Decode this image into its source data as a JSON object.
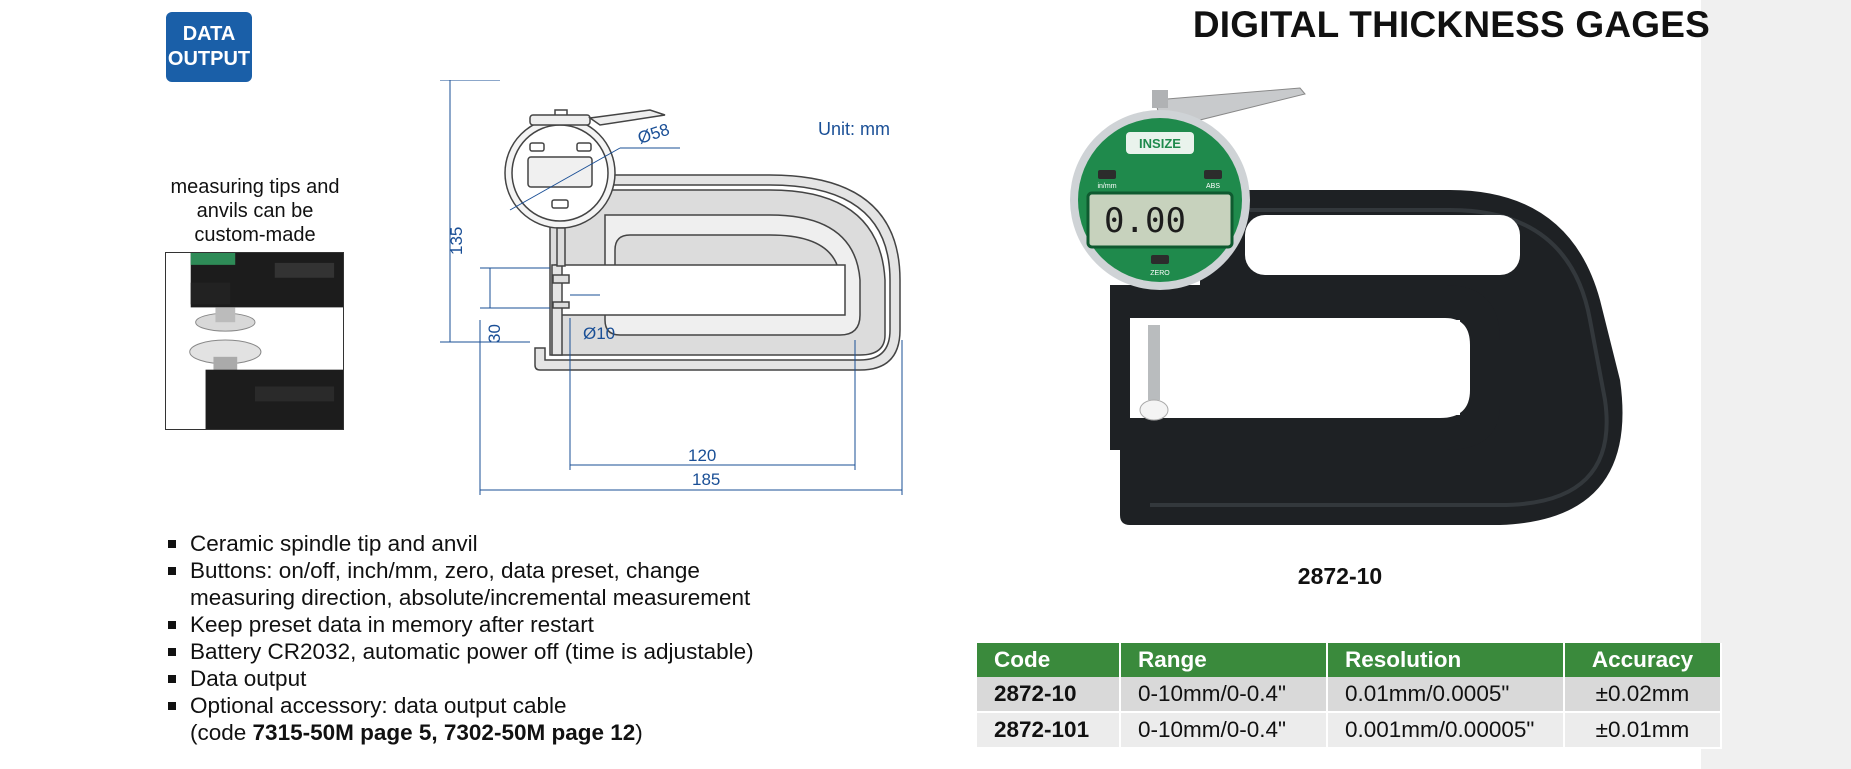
{
  "badge": {
    "line1": "DATA",
    "line2": "OUTPUT"
  },
  "title": "DIGITAL THICKNESS GAGES",
  "tips_note": "measuring tips and anvils can be custom-made",
  "drawing": {
    "unit": "Unit: mm",
    "dim_diameter_dial": "Ø58",
    "dim_height": "135",
    "dim_depth": "30",
    "dim_tip": "Ø10",
    "dim_throat": "120",
    "dim_length": "185"
  },
  "photo": {
    "brand": "INSIZE",
    "display": "0.00",
    "btn_left": "in/mm",
    "btn_right": "ABS",
    "btn_bottom": "ZERO"
  },
  "model_caption": "2872-10",
  "features": [
    {
      "text": "Ceramic spindle tip and anvil"
    },
    {
      "text": "Buttons: on/off, inch/mm, zero, data preset, change",
      "text2": "measuring direction, absolute/incremental measurement"
    },
    {
      "text": "Keep preset data in memory after restart"
    },
    {
      "text": "Battery CR2032, automatic power off (time is adjustable)"
    },
    {
      "text": "Data output"
    },
    {
      "text": "Optional accessory: data output cable",
      "pre": "(code ",
      "bold": "7315-50M page 5, 7302-50M page 12",
      "post": ")"
    }
  ],
  "specs": {
    "headers": [
      "Code",
      "Range",
      "Resolution",
      "Accuracy"
    ],
    "rows": [
      [
        "2872-10",
        "0-10mm/0-0.4\"",
        "0.01mm/0.0005\"",
        "±0.02mm"
      ],
      [
        "2872-101",
        "0-10mm/0-0.4\"",
        "0.001mm/0.00005\"",
        "±0.01mm"
      ]
    ],
    "header_color": "#3a8a3c"
  }
}
